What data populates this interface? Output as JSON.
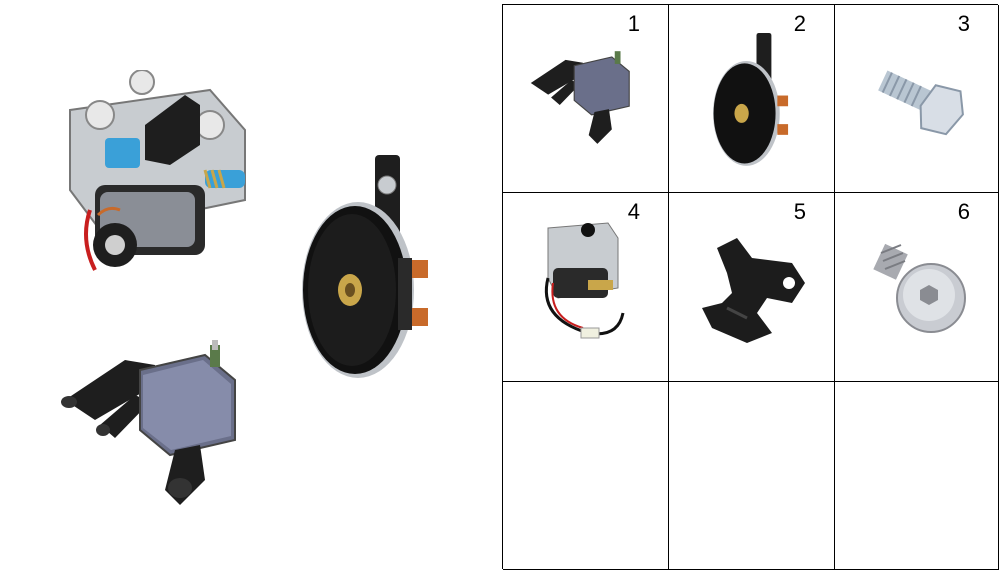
{
  "grid": {
    "cells": [
      {
        "number": "1",
        "part_icon": "solenoid-valve-icon"
      },
      {
        "number": "2",
        "part_icon": "horn-icon"
      },
      {
        "number": "3",
        "part_icon": "hex-bolt-icon"
      },
      {
        "number": "4",
        "part_icon": "solenoid-assembly-icon"
      },
      {
        "number": "5",
        "part_icon": "clip-bracket-icon"
      },
      {
        "number": "6",
        "part_icon": "button-head-screw-icon"
      },
      {
        "number": "",
        "part_icon": ""
      },
      {
        "number": "",
        "part_icon": ""
      },
      {
        "number": "",
        "part_icon": ""
      }
    ]
  },
  "colors": {
    "dark_plastic": "#1e1e1e",
    "metal": "#c8ccd0",
    "coil": "#6a6f8a",
    "accent_blue": "#3aa0d8",
    "brass": "#c9a64a",
    "copper": "#c86a2a"
  }
}
